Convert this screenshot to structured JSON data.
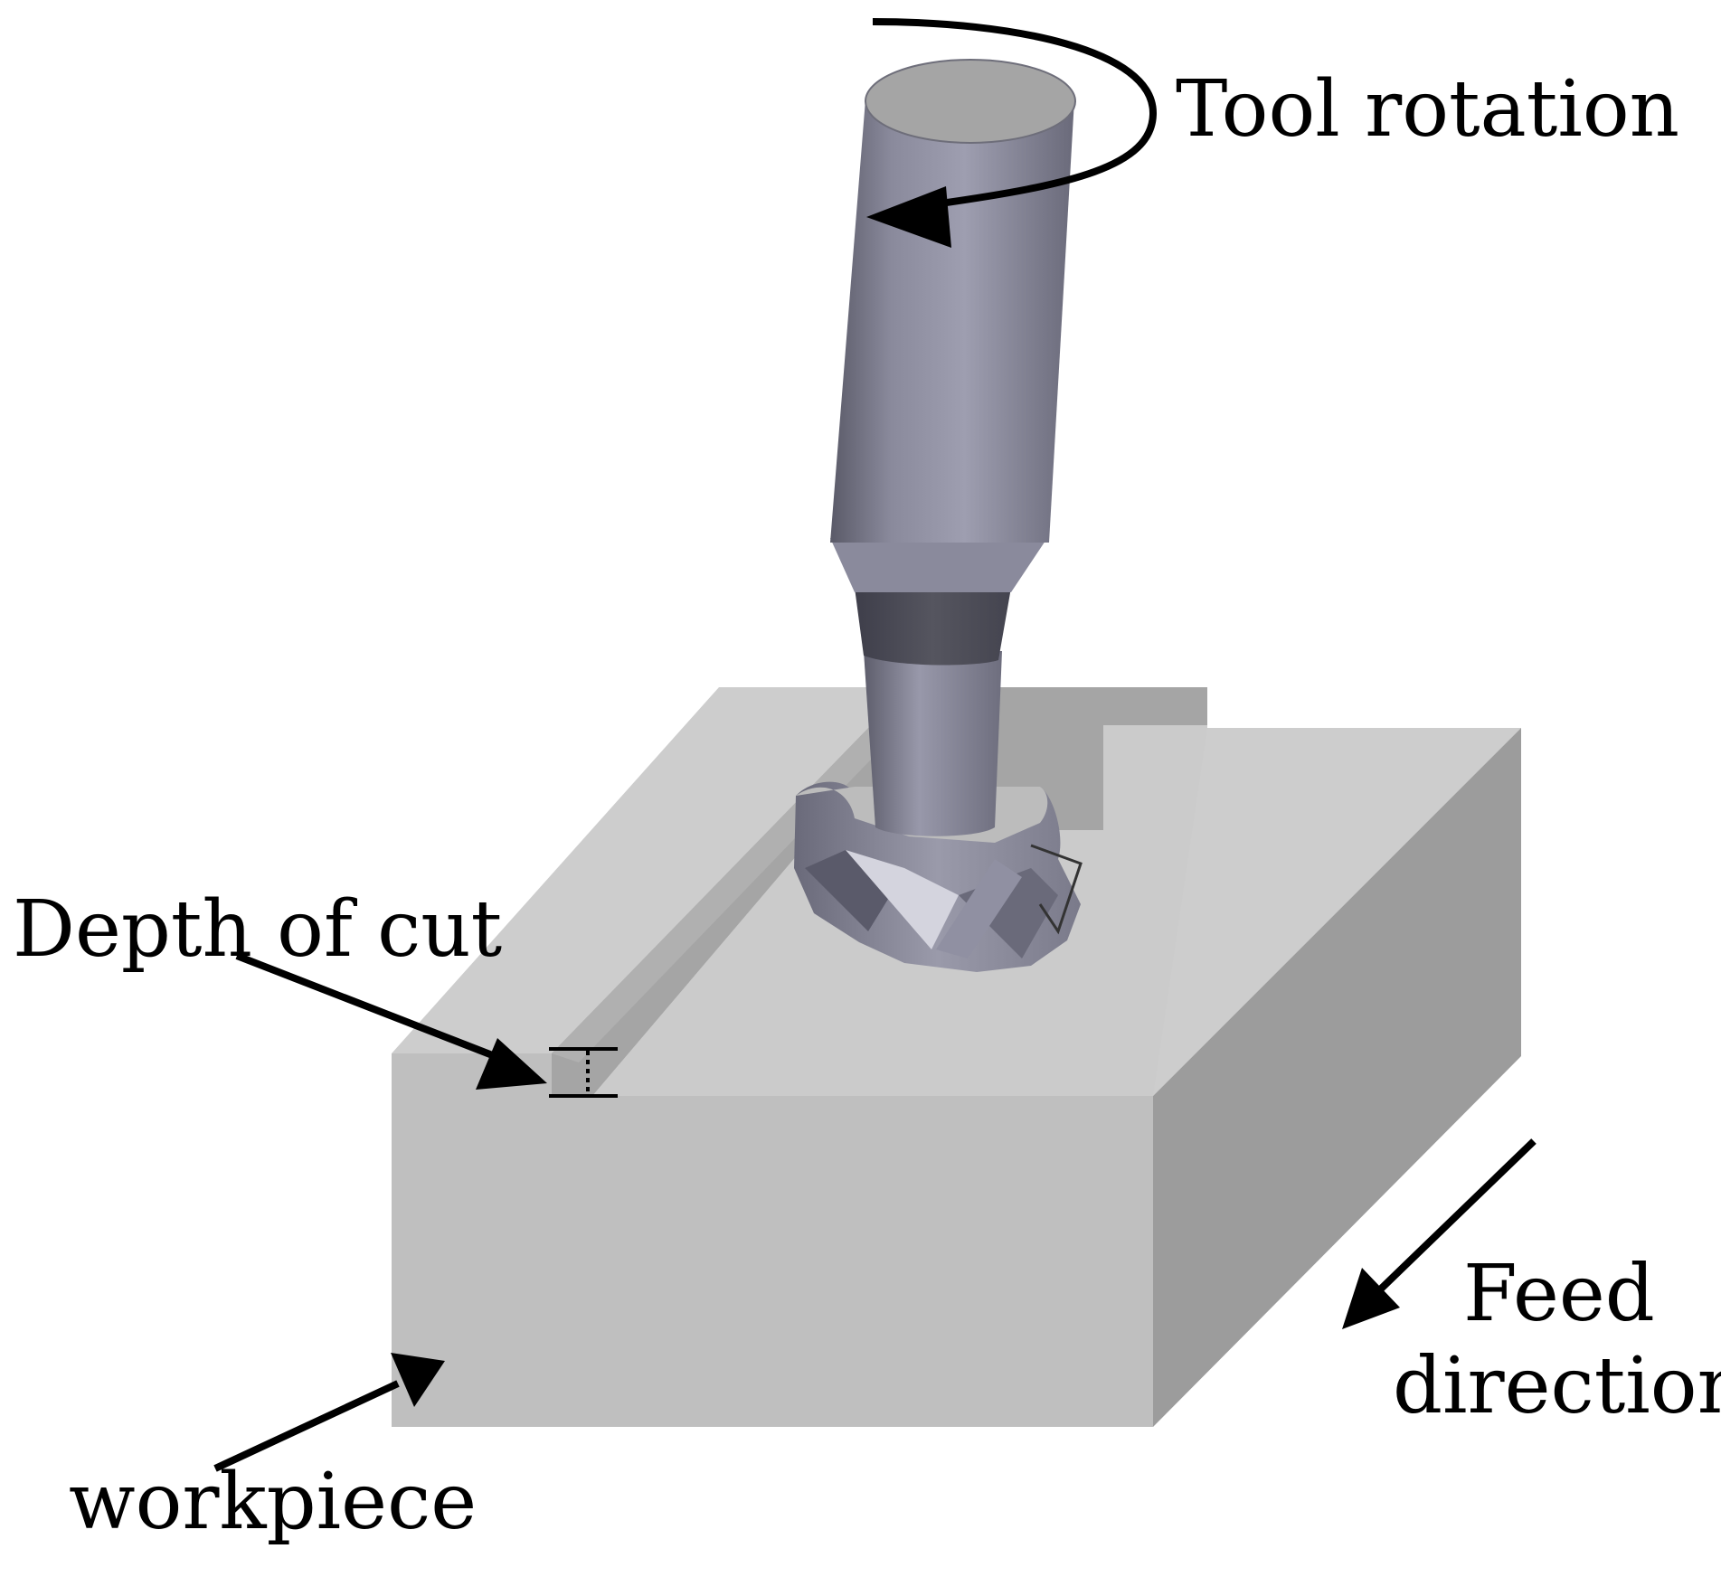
{
  "labels": {
    "tool_rotation": "Tool rotation",
    "depth_of_cut": "Depth of cut",
    "feed_direction_line1": "Feed",
    "feed_direction_line2": "direction",
    "workpiece": "workpiece"
  },
  "colors": {
    "background": "#ffffff",
    "block_top": "#cdcdcd",
    "block_front": "#bfbfbf",
    "block_side": "#9c9c9c",
    "slot_wall": "#a5a5a5",
    "tool_body": "#7c7c8e",
    "tool_dark": "#4e4e5c",
    "tool_light": "#a6a6b6",
    "tool_top": "#a3a3a3",
    "arrow": "#000000"
  }
}
